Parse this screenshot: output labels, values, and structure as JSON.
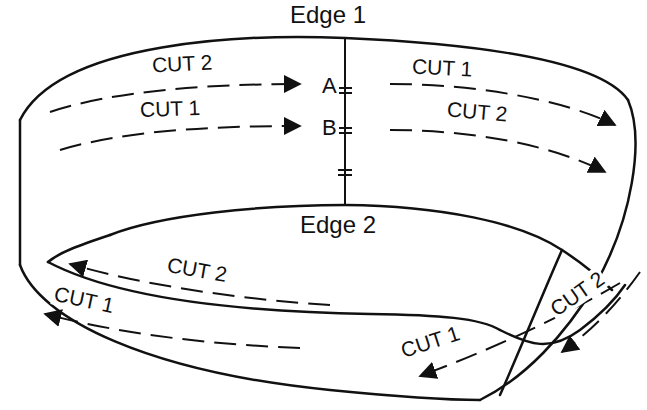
{
  "diagram": {
    "labels": [
      "Edge 1",
      "CUT 2",
      "A",
      "CUT 1",
      "CUT 1",
      "B",
      "CUT 2",
      "Edge 2",
      "CUT 2",
      "CUT 1",
      "CUT 2",
      "CUT 1"
    ]
  }
}
